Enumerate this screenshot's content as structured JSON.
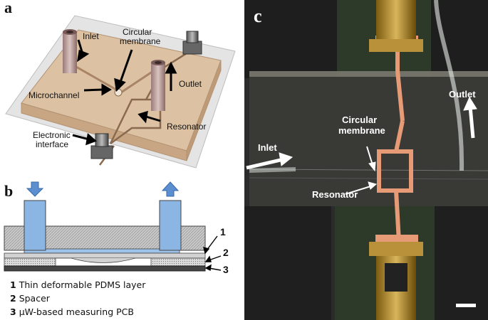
{
  "panel_a": {
    "letter": "a",
    "labels": {
      "inlet": "Inlet",
      "circular_membrane_1": "Circular",
      "circular_membrane_2": "membrane",
      "outlet": "Outlet",
      "microchannel": "Microchannel",
      "resonator": "Resonator",
      "electronic_interface_1": "Electronic",
      "electronic_interface_2": "interface"
    }
  },
  "panel_b": {
    "letter": "b",
    "layer_numbers": [
      "1",
      "2",
      "3"
    ],
    "legend": [
      {
        "num": "1",
        "text": "Thin deformable PDMS layer"
      },
      {
        "num": "2",
        "text": "Spacer"
      },
      {
        "num": "3",
        "text": "µW-based measuring PCB"
      }
    ]
  },
  "panel_c": {
    "letter": "c",
    "labels": {
      "outlet": "Outlet",
      "circular_membrane_1": "Circular",
      "circular_membrane_2": "membrane",
      "inlet": "Inlet",
      "resonator": "Resonator"
    }
  },
  "colors": {
    "pdms": "#d8b99a",
    "pcb_green": "#2f3a28",
    "copper": "#e79a78",
    "arrow_blue": "#5b8fd0",
    "pillar_blue": "#8bb6e3"
  }
}
